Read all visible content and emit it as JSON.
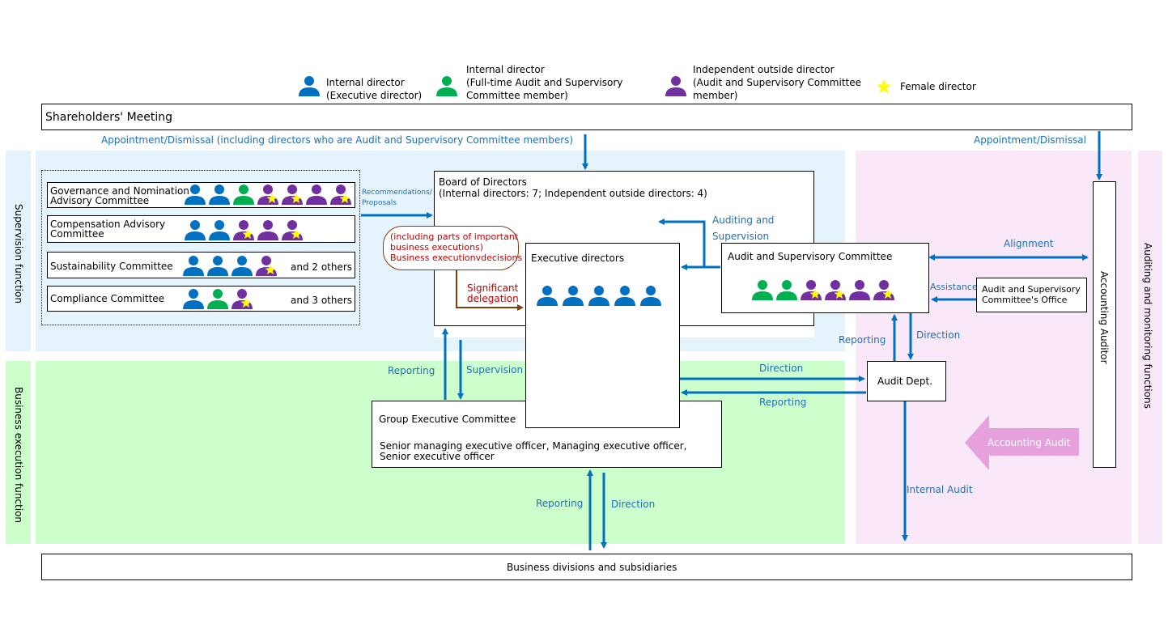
{
  "colors": {
    "blue": "#0070c0",
    "green": "#00b050",
    "purple": "#7030a0",
    "star": "#ffff00",
    "arrow": "#0070c0",
    "label_blue": "#1f6fb8",
    "delegation_red": "#c00000",
    "delegation_brown": "#843c0c",
    "supervision_bg": "#e5f3fc",
    "execution_bg": "#ccffcc",
    "audit_bg": "#f9e8f7",
    "accounting_audit_arrow": "#e6a0dc"
  },
  "legend": [
    {
      "icon": "person-blue-icon",
      "color": "blue",
      "label_line1": "Internal director",
      "label_line2": "(Executive director)",
      "label_line3": ""
    },
    {
      "icon": "person-green-icon",
      "color": "green",
      "label_line1": "Internal director",
      "label_line2": "(Full-time Audit and Supervisory",
      "label_line3": "Committee member)"
    },
    {
      "icon": "person-purple-icon",
      "color": "purple",
      "label_line1": "Independent outside director",
      "label_line2": "(Audit and Supervisory Committee",
      "label_line3": "member)"
    },
    {
      "icon": "star-icon",
      "color": "star",
      "label_line1": "Female director",
      "label_line2": "",
      "label_line3": ""
    }
  ],
  "shareholders_meeting": "Shareholders' Meeting",
  "appointment_left": "Appointment/Dismissal (including  directors who are Audit and Supervisory Committee members)",
  "appointment_right": "Appointment/Dismissal",
  "regions": {
    "supervision": "Supervision function",
    "execution": "Business execution function",
    "audit": "Auditing and monitoring functions"
  },
  "committees": [
    {
      "name_line1": "Governance and Nomination",
      "name_line2": "Advisory Committee",
      "others": "",
      "members": [
        {
          "c": "blue",
          "f": false
        },
        {
          "c": "blue",
          "f": false
        },
        {
          "c": "green",
          "f": false
        },
        {
          "c": "purple",
          "f": true
        },
        {
          "c": "purple",
          "f": true
        },
        {
          "c": "purple",
          "f": false
        },
        {
          "c": "purple",
          "f": true
        }
      ]
    },
    {
      "name_line1": "Compensation Advisory",
      "name_line2": "Committee",
      "others": "",
      "members": [
        {
          "c": "blue",
          "f": false
        },
        {
          "c": "blue",
          "f": false
        },
        {
          "c": "purple",
          "f": true
        },
        {
          "c": "purple",
          "f": false
        },
        {
          "c": "purple",
          "f": true
        }
      ]
    },
    {
      "name_line1": "Sustainability Committee",
      "name_line2": "",
      "others": "and 2 others",
      "members": [
        {
          "c": "blue",
          "f": false
        },
        {
          "c": "blue",
          "f": false
        },
        {
          "c": "blue",
          "f": false
        },
        {
          "c": "purple",
          "f": true
        }
      ]
    },
    {
      "name_line1": "Compliance Committee",
      "name_line2": "",
      "others": "and 3 others",
      "members": [
        {
          "c": "blue",
          "f": false
        },
        {
          "c": "green",
          "f": false
        },
        {
          "c": "purple",
          "f": true
        }
      ]
    }
  ],
  "recommendations_line1": "Recommendations/",
  "recommendations_line2": "Proposals",
  "board": {
    "title": "Board of Directors",
    "subtitle": "(Internal directors: 7; Independent outside directors: 4)"
  },
  "auditing_supervision_line1": "Auditing and",
  "auditing_supervision_line2": "Supervision",
  "delegation_bubble": {
    "line1": "(including parts of important",
    "line2": "business executions)",
    "line3": "Business executionvdecisions"
  },
  "significant_delegation_line1": "Significant",
  "significant_delegation_line2": "delegation",
  "executive_directors": {
    "title": "Executive directors",
    "members": [
      {
        "c": "blue",
        "f": false
      },
      {
        "c": "blue",
        "f": false
      },
      {
        "c": "blue",
        "f": false
      },
      {
        "c": "blue",
        "f": false
      },
      {
        "c": "blue",
        "f": false
      }
    ]
  },
  "audit_committee": {
    "title": "Audit and Supervisory Committee",
    "members": [
      {
        "c": "green",
        "f": false
      },
      {
        "c": "green",
        "f": false
      },
      {
        "c": "purple",
        "f": true
      },
      {
        "c": "purple",
        "f": true
      },
      {
        "c": "purple",
        "f": false
      },
      {
        "c": "purple",
        "f": true
      }
    ]
  },
  "alignment": "Alignment",
  "assistance": "Assistance",
  "audit_office_line1": "Audit and Supervisory",
  "audit_office_line2": "Committee's Office",
  "accounting_auditor": "Accounting  Auditor",
  "audit_dept": "Audit Dept.",
  "reporting": "Reporting",
  "direction": "Direction",
  "supervision": "Supervision",
  "internal_audit": "Internal Audit",
  "accounting_audit": "Accounting Audit",
  "group_exec": {
    "title": "Group Executive Committee",
    "desc_line1": "Senior managing executive officer, Managing executive officer,",
    "desc_line2": "Senior executive officer"
  },
  "business_divisions": "Business divisions and subsidiaries"
}
